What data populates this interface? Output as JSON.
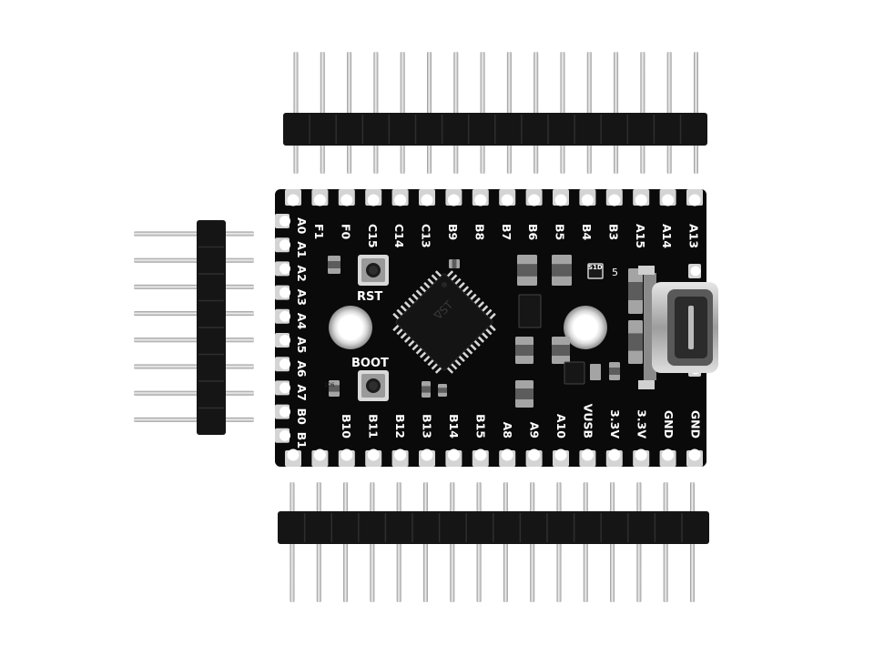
{
  "board": {
    "top_labels": [
      "F1",
      "F0",
      "C15",
      "C14",
      "C13",
      "B9",
      "B8",
      "B7",
      "B6",
      "B5",
      "B4",
      "B3",
      "A15",
      "A14",
      "A13"
    ],
    "bottom_labels": [
      "B10",
      "B11",
      "B12",
      "B13",
      "B14",
      "B15",
      "A8",
      "A9",
      "A10",
      "VUSB",
      "3.3V",
      "3.3V",
      "GND",
      "GND"
    ],
    "left_labels": [
      "A0",
      "A1",
      "A2",
      "A3",
      "A4",
      "A5",
      "A6",
      "A7",
      "B0",
      "B1"
    ],
    "rst_label": "RST",
    "boot_label": "BOOT",
    "chip_marking": "∇ST",
    "cap_code": "106",
    "ic_marking": "S1D",
    "small_mark": "5"
  },
  "colors": {
    "pcb": "#0a0a0a",
    "silk": "#ffffff",
    "plastic": "#151515",
    "pin_metal": "#c9c9c9",
    "pad_gold": "#d8d8d8",
    "usb_metal": "#bdbdbd"
  }
}
